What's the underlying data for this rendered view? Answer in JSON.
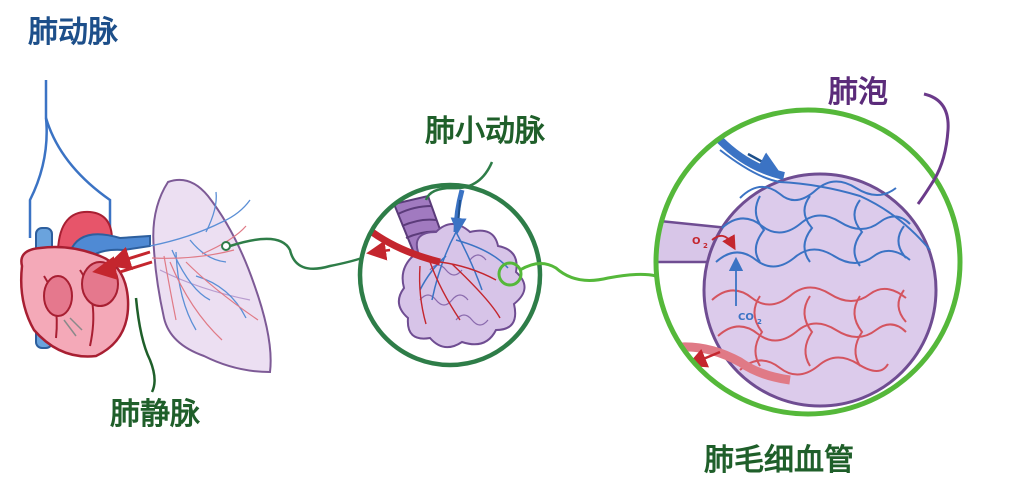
{
  "labels": {
    "pulmonary_artery": "肺动脉",
    "pulmonary_vein": "肺静脉",
    "pulmonary_arteriole": "肺小动脉",
    "alveolus": "肺泡",
    "pulmonary_capillary": "肺毛细血管"
  },
  "gas_labels": {
    "oxygen": "O2",
    "carbon_dioxide": "CO2"
  },
  "colors": {
    "artery_label": "#1d4f8a",
    "green_label": "#1f5f2a",
    "alveolus_label": "#5b2b7a",
    "deoxygenated_vessel": "#3b73c4",
    "oxygenated_vessel": "#c4262e",
    "dark_green_ring": "#2e7d48",
    "bright_green_ring": "#55b83a",
    "lung_fill": "#e9dcef",
    "alveolus_tissue": "#cdb9e0"
  },
  "icons": [
    "heart-icon",
    "lung-icon",
    "alveoli-cluster-icon",
    "alveolus-icon"
  ]
}
